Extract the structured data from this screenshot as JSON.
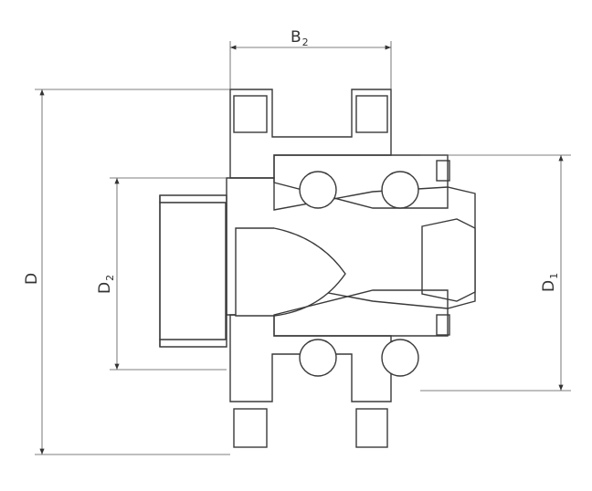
{
  "dimensions": {
    "b2": {
      "main": "B",
      "sub": "2"
    },
    "d": {
      "main": "D"
    },
    "d2": {
      "main": "D",
      "sub": "2"
    },
    "d1": {
      "main": "D",
      "sub": "1"
    }
  },
  "colors": {
    "line": "#3a3a3a",
    "hatch": "#666666",
    "background": "#ffffff"
  }
}
